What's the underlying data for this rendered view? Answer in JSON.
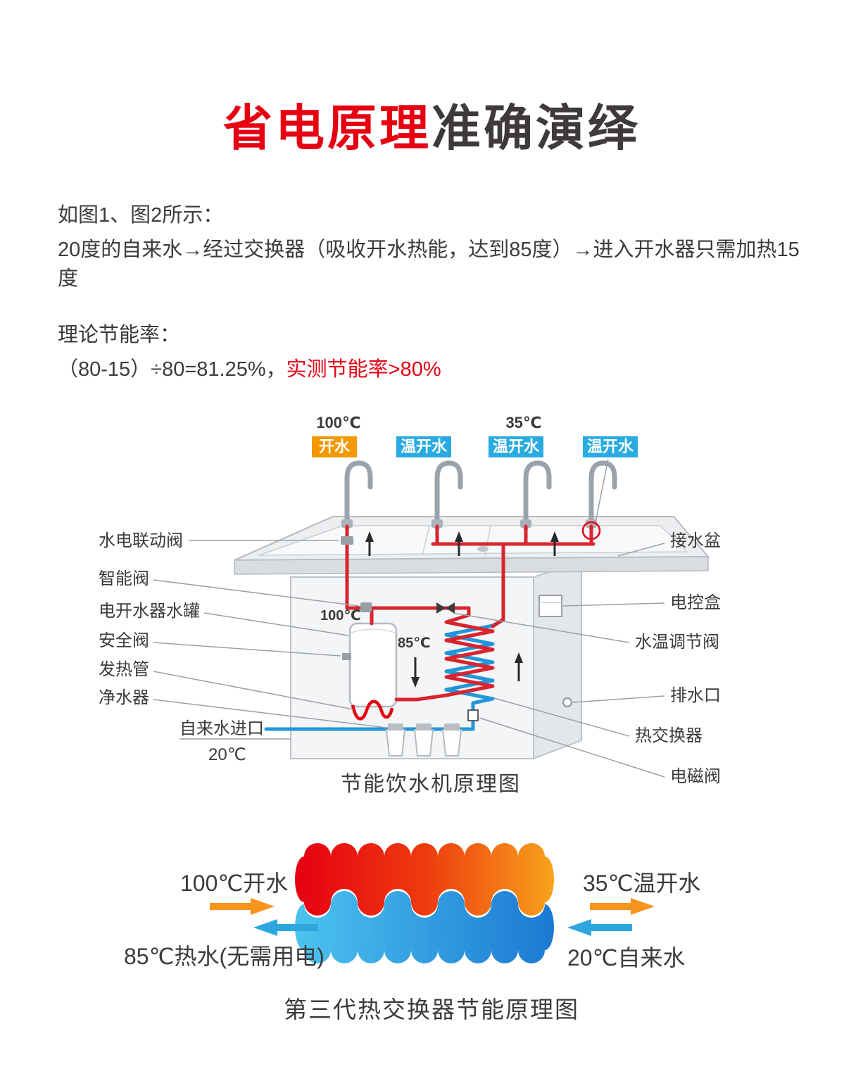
{
  "title": {
    "highlight": "省电原理",
    "rest": "准确演绎"
  },
  "intro": {
    "line1": "如图1、图2所示：",
    "line2": "20度的自来水→经过交换器（吸收开水热能，达到85度）→进入开水器只需加热15度",
    "line3": "理论节能率：",
    "formula": "（80-15）÷80=81.25%，",
    "formula_highlight": "实测节能率>80%"
  },
  "dispenser": {
    "caption": "节能饮水机原理图",
    "temps": {
      "boiling": "100℃",
      "warm": "35℃",
      "tank": "100℃",
      "mid": "85℃",
      "inlet": "20℃"
    },
    "taps": [
      {
        "label": "开水",
        "color": "#f39800"
      },
      {
        "label": "温开水",
        "color": "#29abe2"
      },
      {
        "label": "温开水",
        "color": "#29abe2"
      },
      {
        "label": "温开水",
        "color": "#29abe2"
      }
    ],
    "labels_left": [
      "水电联动阀",
      "智能阀",
      "电开水器水罐",
      "安全阀",
      "发热管",
      "净水器"
    ],
    "inlet_label": "自来水进口",
    "labels_right": [
      "接水盆",
      "电控盒",
      "水温调节阀",
      "排水口",
      "热交换器",
      "电磁阀"
    ]
  },
  "exchanger": {
    "caption": "第三代热交换器节能原理图",
    "in_hot": "100℃开水",
    "out_warm": "35℃温开水",
    "out_hot": "85℃热水(无需用电)",
    "in_cold": "20℃自来水"
  },
  "colors": {
    "accent_red": "#e60012",
    "hot_orange": "#f7941d",
    "cool_blue": "#29abe2"
  }
}
